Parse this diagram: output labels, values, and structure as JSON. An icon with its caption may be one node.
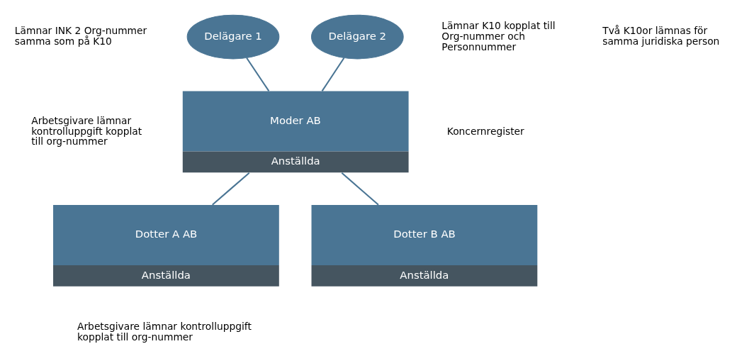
{
  "diagram": {
    "nodes": [
      {
        "text": [
          "Delägare 1"
        ]
      },
      {
        "text": [
          "Delägare 2"
        ]
      },
      {
        "text": [
          "Moder AB",
          "Anställda"
        ]
      },
      {
        "text": [
          "Dotter A AB",
          "Anställda"
        ]
      },
      {
        "text": [
          "Dotter B AB",
          "Anställda"
        ]
      }
    ],
    "edges": [
      {
        "from": 0,
        "to": 2,
        "arrow": "none"
      },
      {
        "from": 1,
        "to": 2,
        "arrow": "none"
      },
      {
        "from": 2,
        "to": 3,
        "arrow": "none"
      },
      {
        "from": 2,
        "to": 4,
        "arrow": "none"
      }
    ],
    "labels": [
      "Lämnar K10 kopplat till Org-nummer och Personnummer",
      "Två K10or lämnas för samma juridiska person",
      "Lämnar INK 2 Org-nummer samma som på K10",
      "Arbetsgivare lämnar kontrolluppgift kopplat till org-nummer",
      "Koncernregister",
      "Arbetsgivare lämnar kontrolluppgift kopplat till org-nummer"
    ]
  }
}
